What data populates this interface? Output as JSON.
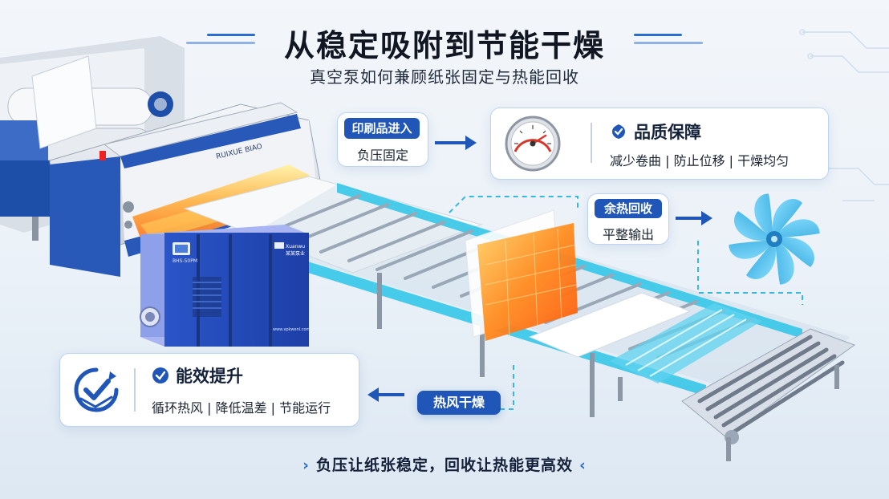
{
  "header": {
    "title": "从稳定吸附到节能干燥",
    "subtitle": "真空泵如何兼顾纸张固定与热能回收"
  },
  "callouts": {
    "print_entry": {
      "tag": "印刷品进入",
      "detail": "负压固定"
    },
    "quality": {
      "title": "品质保障",
      "detail": "减少卷曲 | 防止位移 | 干燥均匀",
      "icon": "pressure-gauge-icon"
    },
    "heat_recovery": {
      "tag": "余热回收",
      "detail": "平整输出"
    },
    "efficiency": {
      "title": "能效提升",
      "detail": "循环热风 | 降低温差 | 节能运行",
      "icon": "check-cycle-icon"
    },
    "hot_air": {
      "tag": "热风干燥"
    }
  },
  "machine": {
    "press_brand": "RUIXUE BIAO",
    "pump_brand": "Xuanwu",
    "pump_model": "BHS-50PM",
    "pump_brand_cn": "某某泵业",
    "pump_url": "www.xpkwenl.com"
  },
  "footer": {
    "left_chevron": "›",
    "text": "负压让纸张稳定，回收让热能更高效",
    "right_chevron": "‹"
  },
  "colors": {
    "accent": "#1f56b8",
    "conveyor_cyan": "#35c6e8",
    "heat_orange": "#ff8a1e",
    "fan_blue": "#3fb6e6"
  }
}
